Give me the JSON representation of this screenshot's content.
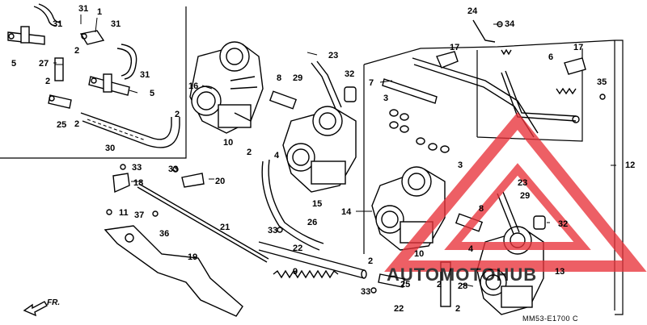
{
  "diagram": {
    "drawing_code": "MM53-E1700 C",
    "direction_label": "FR.",
    "callouts": [
      {
        "id": "c31a",
        "label": "31"
      },
      {
        "id": "c1",
        "label": "1"
      },
      {
        "id": "c31b",
        "label": "31"
      },
      {
        "id": "c31c",
        "label": "31"
      },
      {
        "id": "c2a",
        "label": "2"
      },
      {
        "id": "c27",
        "label": "27"
      },
      {
        "id": "c5a",
        "label": "5"
      },
      {
        "id": "c2b",
        "label": "2"
      },
      {
        "id": "c31d",
        "label": "31"
      },
      {
        "id": "c5b",
        "label": "5"
      },
      {
        "id": "c25a",
        "label": "25"
      },
      {
        "id": "c2c",
        "label": "2"
      },
      {
        "id": "c2d",
        "label": "2"
      },
      {
        "id": "c30",
        "label": "30"
      },
      {
        "id": "c16",
        "label": "16"
      },
      {
        "id": "c23a",
        "label": "23"
      },
      {
        "id": "c29a",
        "label": "29"
      },
      {
        "id": "c8a",
        "label": "8"
      },
      {
        "id": "c32a",
        "label": "32"
      },
      {
        "id": "c7",
        "label": "7"
      },
      {
        "id": "c24",
        "label": "24"
      },
      {
        "id": "c34",
        "label": "34"
      },
      {
        "id": "c17a",
        "label": "17"
      },
      {
        "id": "c6",
        "label": "6"
      },
      {
        "id": "c17b",
        "label": "17"
      },
      {
        "id": "c35",
        "label": "35"
      },
      {
        "id": "c12",
        "label": "12"
      },
      {
        "id": "c10a",
        "label": "10"
      },
      {
        "id": "c2e",
        "label": "2"
      },
      {
        "id": "c4a",
        "label": "4"
      },
      {
        "id": "c3a",
        "label": "3"
      },
      {
        "id": "c3b",
        "label": "3"
      },
      {
        "id": "c15",
        "label": "15"
      },
      {
        "id": "c33a",
        "label": "33"
      },
      {
        "id": "c18",
        "label": "18"
      },
      {
        "id": "c33b",
        "label": "33"
      },
      {
        "id": "c20",
        "label": "20"
      },
      {
        "id": "c14",
        "label": "14"
      },
      {
        "id": "c23b",
        "label": "23"
      },
      {
        "id": "c29b",
        "label": "29"
      },
      {
        "id": "c8b",
        "label": "8"
      },
      {
        "id": "c32b",
        "label": "32"
      },
      {
        "id": "c11",
        "label": "11"
      },
      {
        "id": "c37",
        "label": "37"
      },
      {
        "id": "c36",
        "label": "36"
      },
      {
        "id": "c21",
        "label": "21"
      },
      {
        "id": "c26",
        "label": "26"
      },
      {
        "id": "c33c",
        "label": "33"
      },
      {
        "id": "c22a",
        "label": "22"
      },
      {
        "id": "c19",
        "label": "19"
      },
      {
        "id": "c9",
        "label": "9"
      },
      {
        "id": "c2f",
        "label": "2"
      },
      {
        "id": "c10b",
        "label": "10"
      },
      {
        "id": "c4b",
        "label": "4"
      },
      {
        "id": "c2g",
        "label": "2"
      },
      {
        "id": "c25b",
        "label": "25"
      },
      {
        "id": "c28",
        "label": "28"
      },
      {
        "id": "c13",
        "label": "13"
      },
      {
        "id": "c33d",
        "label": "33"
      },
      {
        "id": "c22b",
        "label": "22"
      },
      {
        "id": "c2h",
        "label": "2"
      }
    ]
  },
  "watermark": {
    "text": "AUTOMOTOHUB",
    "colors": {
      "triangle": "#e8333a",
      "auto": "#f4b35a",
      "hub": "#e8333a"
    }
  }
}
